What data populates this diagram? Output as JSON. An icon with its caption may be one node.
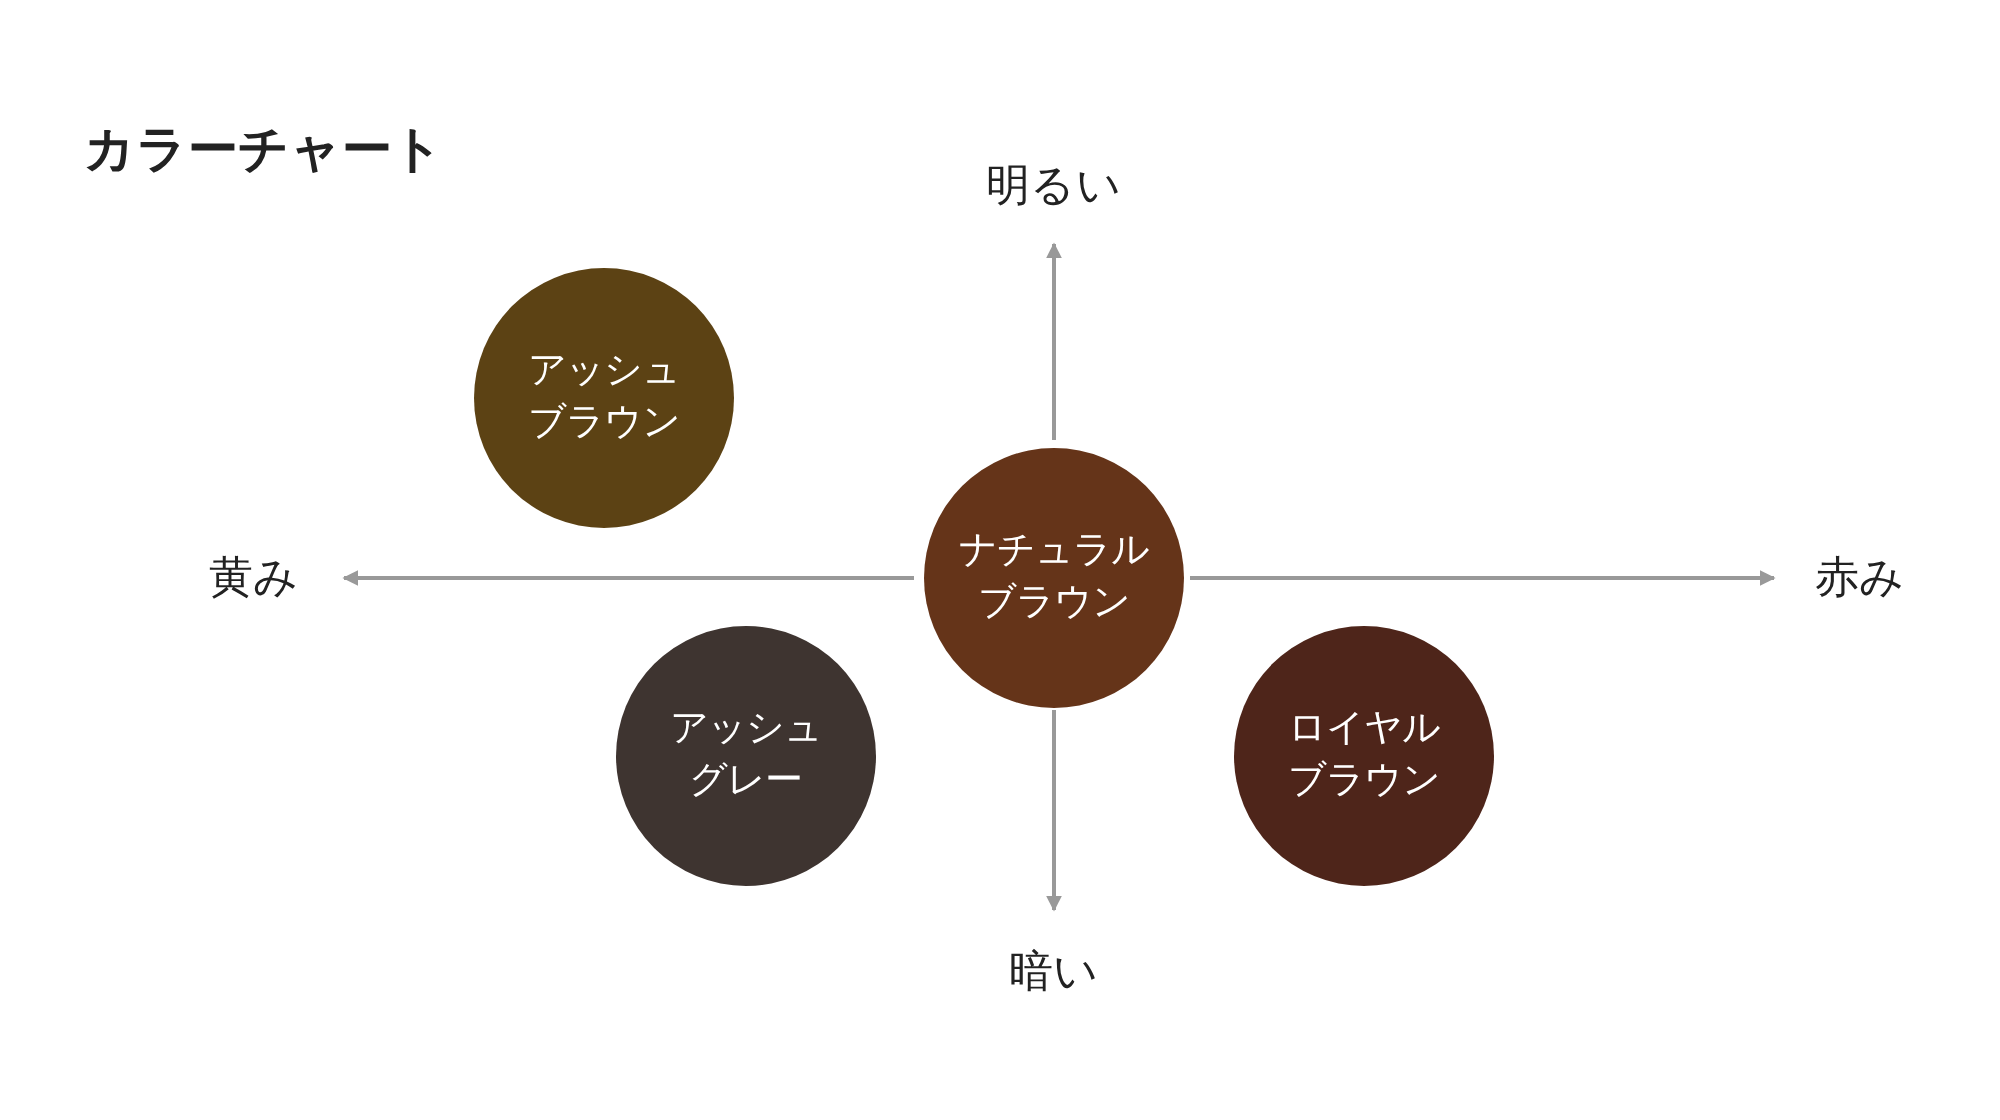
{
  "diagram": {
    "title": "カラーチャート",
    "nodes": [
      {
        "text": [
          "アッシュブラウン"
        ]
      },
      {
        "text": [
          "ナチュラルブラウン"
        ]
      },
      {
        "text": [
          "アッシュグレー"
        ]
      },
      {
        "text": [
          "ロイヤルブラウン"
        ]
      }
    ],
    "edges": [],
    "labels": [
      "明るい",
      "黄み",
      "赤み",
      "暗い"
    ]
  }
}
